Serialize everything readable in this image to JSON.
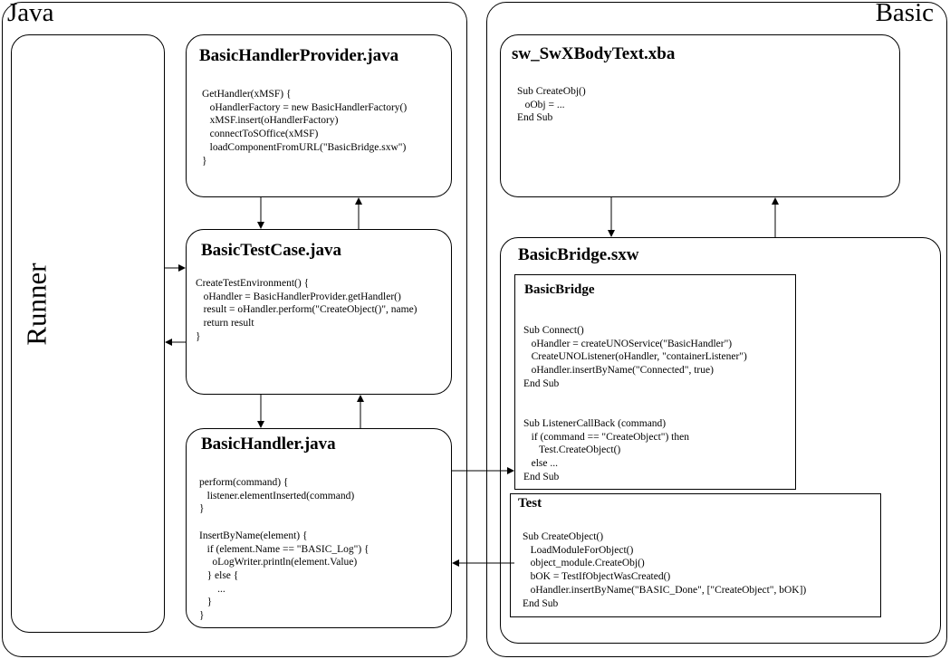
{
  "java": {
    "label": "Java",
    "runner": "Runner",
    "provider": {
      "title": "BasicHandlerProvider.java",
      "code": "GetHandler(xMSF) {\n   oHandlerFactory = new BasicHandlerFactory()\n   xMSF.insert(oHandlerFactory)\n   connectToSOffice(xMSF)\n   loadComponentFromURL(\"BasicBridge.sxw\")\n}"
    },
    "testcase": {
      "title": "BasicTestCase.java",
      "code": "CreateTestEnvironment() {\n   oHandler = BasicHandlerProvider.getHandler()\n   result = oHandler.perform(\"CreateObject()\", name)\n   return result\n}"
    },
    "handler": {
      "title": "BasicHandler.java",
      "code": "perform(command) {\n   listener.elementInserted(command)\n}\n\nInsertByName(element) {\n   if (element.Name == \"BASIC_Log\") {\n     oLogWriter.println(element.Value)\n   } else {\n       ...\n   }\n}"
    }
  },
  "basic": {
    "label": "Basic",
    "bodytext": {
      "title": "sw_SwXBodyText.xba",
      "code": "Sub CreateObj()\n   oObj = ...\nEnd Sub"
    },
    "bridge_doc": {
      "title": "BasicBridge.sxw"
    },
    "bridge": {
      "title": "BasicBridge",
      "code": "Sub Connect()\n   oHandler = createUNOService(\"BasicHandler\")\n   CreateUNOListener(oHandler, \"containerListener\")\n   oHandler.insertByName(\"Connected\", true)\nEnd Sub\n\n\nSub ListenerCallBack (command)\n   if (command == \"CreateObject\") then\n      Test.CreateObject()\n   else ...\nEnd Sub"
    },
    "test": {
      "title": "Test",
      "code": "Sub CreateObject()\n   LoadModuleForObject()\n   object_module.CreateObj()\n   bOK = TestIfObjectWasCreated()\n   oHandler.insertByName(\"BASIC_Done\", [\"CreateObject\", bOK])\nEnd Sub"
    }
  }
}
